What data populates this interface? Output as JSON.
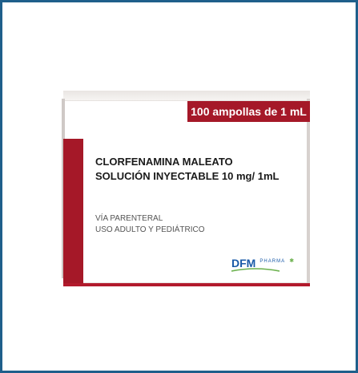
{
  "product_photo": {
    "badge_text": "100 ampollas de 1 mL",
    "title_line1": "CLORFENAMINA MALEATO",
    "title_line2": "SOLUCIÓN INYECTABLE 10 mg/ 1mL",
    "subtitle_line1": "VÍA PARENTERAL",
    "subtitle_line2": "USO ADULTO Y PEDIÁTRICO",
    "logo": {
      "main": "DFM",
      "suffix": "PHARMA"
    },
    "colors": {
      "frame_border": "#1f5f8b",
      "accent_red": "#a51828",
      "logo_blue": "#1a5aa8",
      "logo_green": "#6ab04c"
    }
  }
}
